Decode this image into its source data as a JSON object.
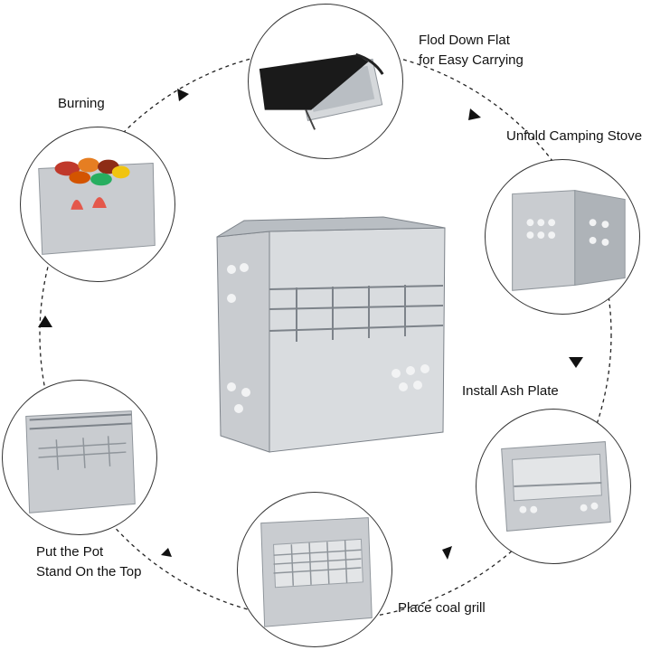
{
  "steps": [
    {
      "id": "fold",
      "lines": [
        "Flod Down Flat",
        "for Easy Carrying"
      ],
      "icon": "folded-stove-bag-image"
    },
    {
      "id": "unfold",
      "lines": [
        "Unfold Camping Stove"
      ],
      "icon": "unfolded-panels-image"
    },
    {
      "id": "ash",
      "lines": [
        "Install Ash Plate"
      ],
      "icon": "ash-plate-stove-image"
    },
    {
      "id": "coal",
      "lines": [
        "Place coal grill"
      ],
      "icon": "coal-grill-stove-image"
    },
    {
      "id": "pot",
      "lines": [
        "Put the Pot",
        "Stand On the Top"
      ],
      "icon": "pot-stand-stove-image"
    },
    {
      "id": "burn",
      "lines": [
        "Burning"
      ],
      "icon": "burning-food-stove-image"
    }
  ],
  "colors": {
    "steel": "#c9ccd0",
    "steel_dark": "#8f959b",
    "bag": "#1a1a1a",
    "outline": "#333333"
  }
}
